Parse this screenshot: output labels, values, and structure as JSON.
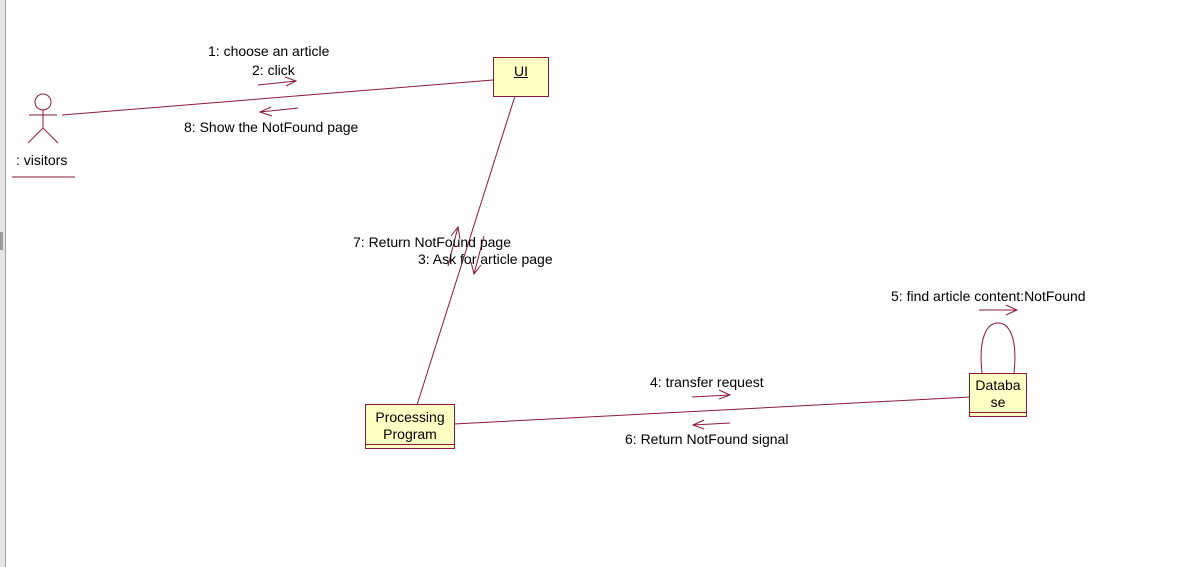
{
  "diagram": {
    "colors": {
      "line": "#8b1a3a",
      "object_fill": "#ffffc4",
      "text": "#000000",
      "background": "#ffffff"
    },
    "actor": {
      "name": ": visitors",
      "icon": "stick-figure-actor-icon"
    },
    "objects": {
      "ui": {
        "name": "UI"
      },
      "program": {
        "line1": "Processing",
        "line2": "Program"
      },
      "database": {
        "line1": "Databa",
        "line2": "se"
      }
    },
    "messages": {
      "m1": "1: choose an article",
      "m2": "2: click",
      "m8": "8: Show the NotFound page",
      "m7": "7: Return NotFound page",
      "m3": "3: Ask for article page",
      "m5": "5: find article content:NotFound",
      "m4": "4: transfer request",
      "m6": "6: Return NotFound signal"
    }
  }
}
